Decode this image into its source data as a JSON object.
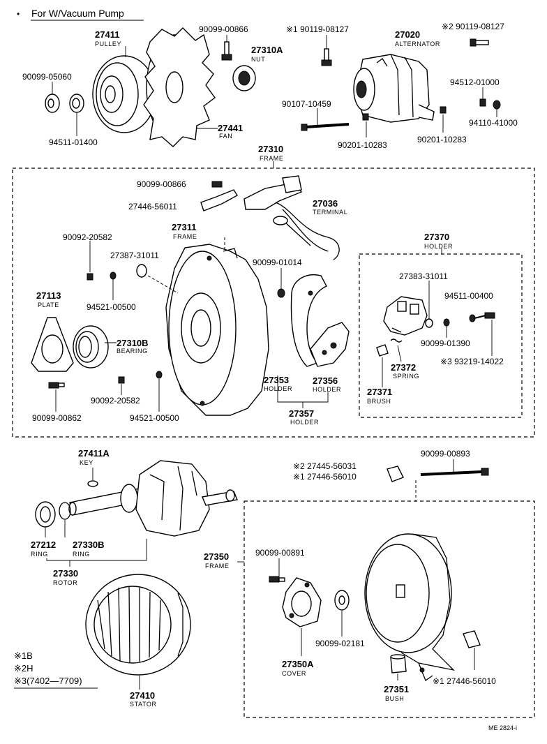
{
  "header": {
    "title": "For W/Vacuum Pump"
  },
  "labels": {
    "pulley_no": "27411",
    "pulley_name": "PULLEY",
    "p90099_00866_top": "90099-00866",
    "nut_no": "27310A",
    "nut_name": "NUT",
    "p90119_08127_a": "※1 90119-08127",
    "alt_no": "27020",
    "alt_name": "ALTERNATOR",
    "p90119_08127_b": "※2 90119-08127",
    "p90099_05060": "90099-05060",
    "p94511_01400": "94511-01400",
    "fan_no": "27441",
    "fan_name": "FAN",
    "p90107_10459": "90107-10459",
    "p90201_10283_a": "90201-10283",
    "p90201_10283_b": "90201-10283",
    "p94512_01000": "94512-01000",
    "p94110_41000": "94110-41000",
    "frame_group_no": "27310",
    "frame_group_name": "FRAME",
    "p90099_00866_mid": "90099-00866",
    "p27446_56011": "27446-56011",
    "terminal_no": "27036",
    "terminal_name": "TERMINAL",
    "frame2_no": "27311",
    "frame2_name": "FRAME",
    "p90092_20582_a": "90092-20582",
    "p27387_31011": "27387-31011",
    "p90099_01014": "90099-01014",
    "holder_group_no": "27370",
    "holder_group_name": "HOLDER",
    "p27383_31011": "27383-31011",
    "p94511_00400": "94511-00400",
    "plate_no": "27113",
    "plate_name": "PLATE",
    "p94521_00500_a": "94521-00500",
    "bearing_no": "27310B",
    "bearing_name": "BEARING",
    "p90099_01390": "90099-01390",
    "spring_no": "27372",
    "spring_name": "SPRING",
    "p93219_14022": "※3 93219-14022",
    "h27353_no": "27353",
    "h27353_name": "HOLDER",
    "h27356_no": "27356",
    "h27356_name": "HOLDER",
    "brush_no": "27371",
    "brush_name": "BRUSH",
    "p90092_20582_b": "90092-20582",
    "p94521_00500_b": "94521-00500",
    "h27357_no": "27357",
    "h27357_name": "HOLDER",
    "p90099_00862": "90099-00862",
    "key_no": "27411A",
    "key_name": "KEY",
    "p27445_56031": "※2 27445-56031",
    "p27446_56010_a": "※1 27446-56010",
    "p90099_00893": "90099-00893",
    "ring1_no": "27212",
    "ring1_name": "RING",
    "ring2_no": "27330B",
    "ring2_name": "RING",
    "rotor_no": "27330",
    "rotor_name": "ROTOR",
    "frame3_no": "27350",
    "frame3_name": "FRAME",
    "p90099_00891": "90099-00891",
    "p90099_02181": "90099-02181",
    "cover_no": "27350A",
    "cover_name": "COVER",
    "bush_no": "27351",
    "bush_name": "BUSH",
    "p27446_56010_b": "※1 27446-56010",
    "stator_no": "27410",
    "stator_name": "STATOR"
  },
  "footnotes": {
    "n1": "※1B",
    "n2": "※2H",
    "n3": "※3(7402—7709)"
  },
  "figure_code": "ME 2824-i"
}
